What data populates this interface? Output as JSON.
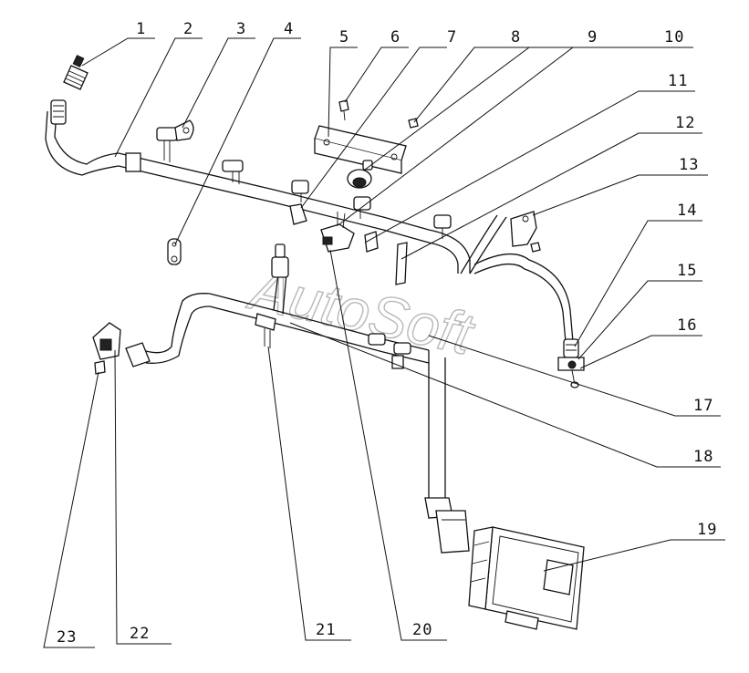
{
  "diagram": {
    "watermark": "AutoSoft",
    "callouts": [
      {
        "id": "c1",
        "label": "1"
      },
      {
        "id": "c2",
        "label": "2"
      },
      {
        "id": "c3",
        "label": "3"
      },
      {
        "id": "c4",
        "label": "4"
      },
      {
        "id": "c5",
        "label": "5"
      },
      {
        "id": "c6",
        "label": "6"
      },
      {
        "id": "c7",
        "label": "7"
      },
      {
        "id": "c8",
        "label": "8"
      },
      {
        "id": "c9",
        "label": "9"
      },
      {
        "id": "c10",
        "label": "10"
      },
      {
        "id": "c11",
        "label": "11"
      },
      {
        "id": "c12",
        "label": "12"
      },
      {
        "id": "c13",
        "label": "13"
      },
      {
        "id": "c14",
        "label": "14"
      },
      {
        "id": "c15",
        "label": "15"
      },
      {
        "id": "c16",
        "label": "16"
      },
      {
        "id": "c17",
        "label": "17"
      },
      {
        "id": "c18",
        "label": "18"
      },
      {
        "id": "c19",
        "label": "19"
      },
      {
        "id": "c20",
        "label": "20"
      },
      {
        "id": "c21",
        "label": "21"
      },
      {
        "id": "c22",
        "label": "22"
      },
      {
        "id": "c23",
        "label": "23"
      }
    ]
  }
}
